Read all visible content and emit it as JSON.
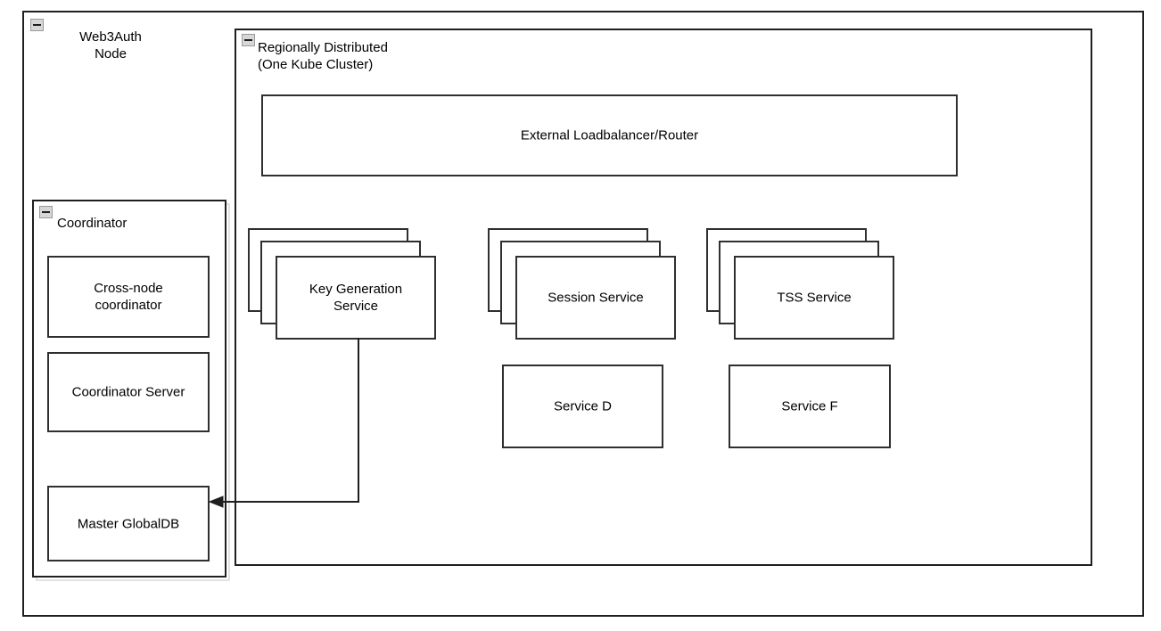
{
  "diagram": {
    "outer_node": {
      "title": "Web3Auth\nNode",
      "collapse_icon": "collapse-minus-icon"
    },
    "cluster": {
      "title": "Regionally Distributed\n(One Kube Cluster)",
      "collapse_icon": "collapse-minus-icon"
    },
    "loadbalancer": {
      "label": "External Loadbalancer/Router"
    },
    "coordinator": {
      "title": "Coordinator",
      "collapse_icon": "collapse-minus-icon",
      "items": [
        {
          "label": "Cross-node\ncoordinator"
        },
        {
          "label": "Coordinator Server"
        },
        {
          "label": "Master GlobalDB"
        }
      ]
    },
    "services": {
      "stacked": [
        {
          "label": "Key Generation\nService",
          "copies": 3
        },
        {
          "label": "Session Service",
          "copies": 3
        },
        {
          "label": "TSS Service",
          "copies": 3
        }
      ],
      "single": [
        {
          "label": "Service D"
        },
        {
          "label": "Service F"
        }
      ]
    },
    "connector": {
      "from": "Key Generation Service",
      "to": "Master GlobalDB",
      "arrow": "arrow-left-filled"
    },
    "colors": {
      "stroke": "#2f2f2f",
      "frame": "#1f1f1f",
      "halo": "#e2e2e2",
      "icon_fill": "#d7d7d7",
      "background": "#ffffff",
      "text": "#000000"
    }
  }
}
